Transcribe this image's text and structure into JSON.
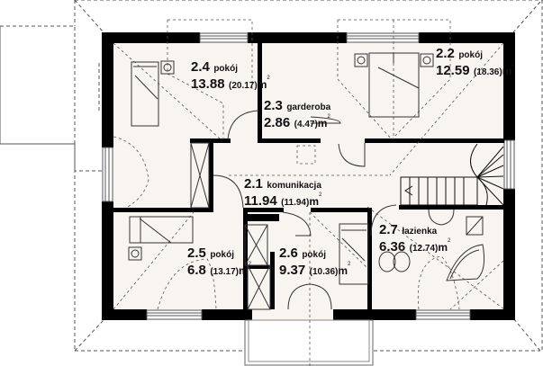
{
  "plan": {
    "colors": {
      "background": "#ffffff",
      "floor": "#f8f5f1",
      "wall": "#000000",
      "dashed": "#555555",
      "fixture": "#333333"
    },
    "unit": "m",
    "unit_sup": "2",
    "rooms": [
      {
        "id": "2.4",
        "name": "pokój",
        "area": "13.88",
        "gross": "(20.17)"
      },
      {
        "id": "2.3",
        "name": "garderoba",
        "area": "2.86",
        "gross": "(4.47)"
      },
      {
        "id": "2.2",
        "name": "pokój",
        "area": "12.59",
        "gross": "(18.36)"
      },
      {
        "id": "2.1",
        "name": "komunikacja",
        "area": "11.94",
        "gross": "(11.94)"
      },
      {
        "id": "2.5",
        "name": "pokój",
        "area": "6.8",
        "gross": "(13.17)"
      },
      {
        "id": "2.6",
        "name": "pokój",
        "area": "9.37",
        "gross": "(10.36)"
      },
      {
        "id": "2.7",
        "name": "łazienka",
        "area": "6.36",
        "gross": "(12.74)"
      }
    ]
  }
}
